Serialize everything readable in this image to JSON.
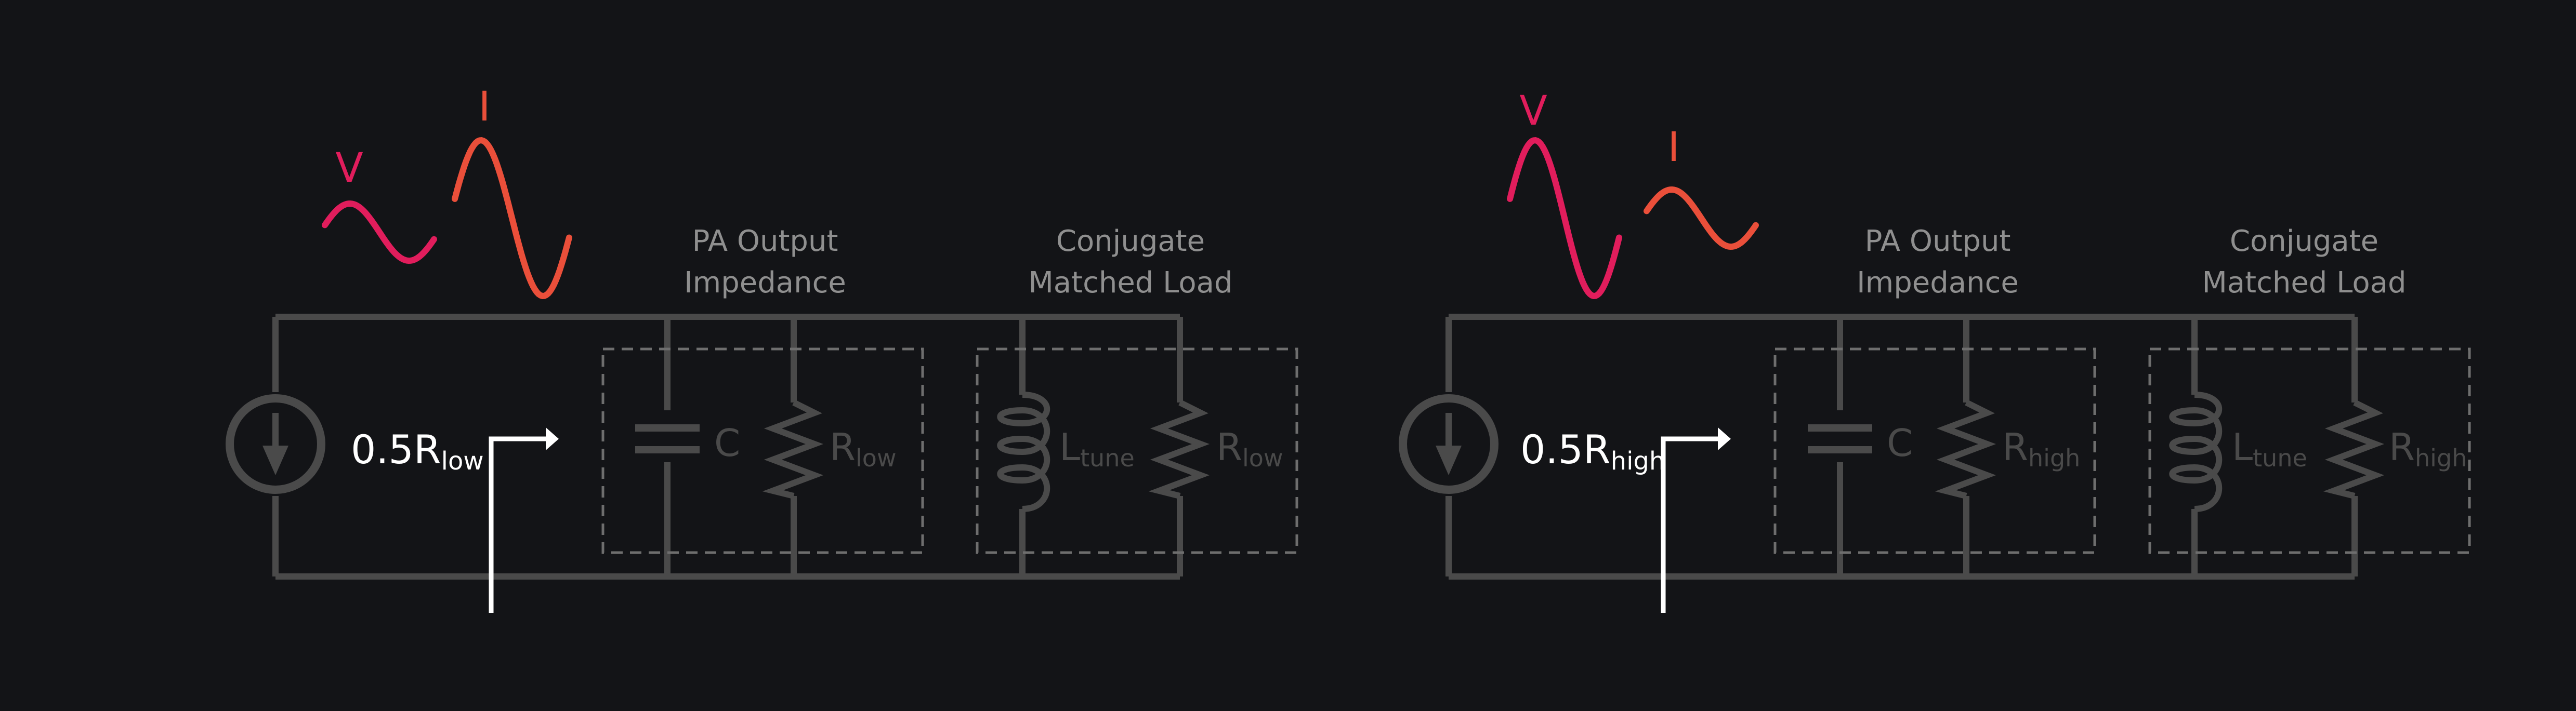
{
  "colors": {
    "background": "#131417",
    "wire": "#4a4a4a",
    "dashed_box": "#6e6e6e",
    "label_dim": "#8f8f8f",
    "highlight": "#ffffff",
    "voltage_wave": "#e11d5c",
    "current_wave": "#ea4f3a"
  },
  "icons": {
    "current_source": "current-source-icon",
    "capacitor": "capacitor-icon",
    "resistor": "resistor-icon",
    "inductor": "inductor-icon",
    "arrow": "impedance-arrow-icon"
  },
  "panels": [
    {
      "id": "low",
      "source_label": {
        "main": "0.5R",
        "sub": "low"
      },
      "wave_voltage": {
        "label": "V",
        "amplitude": "small"
      },
      "wave_current": {
        "label": "I",
        "amplitude": "large"
      },
      "box_output": {
        "title_line1": "PA Output",
        "title_line2": "Impedance",
        "cap_label": "C",
        "res_label": {
          "main": "R",
          "sub": "low"
        }
      },
      "box_load": {
        "title_line1": "Conjugate",
        "title_line2": "Matched Load",
        "ind_label": {
          "main": "L",
          "sub": "tune"
        },
        "res_label": {
          "main": "R",
          "sub": "low"
        }
      }
    },
    {
      "id": "high",
      "source_label": {
        "main": "0.5R",
        "sub": "high"
      },
      "wave_voltage": {
        "label": "V",
        "amplitude": "large"
      },
      "wave_current": {
        "label": "I",
        "amplitude": "small"
      },
      "box_output": {
        "title_line1": "PA Output",
        "title_line2": "Impedance",
        "cap_label": "C",
        "res_label": {
          "main": "R",
          "sub": "high"
        }
      },
      "box_load": {
        "title_line1": "Conjugate",
        "title_line2": "Matched Load",
        "ind_label": {
          "main": "L",
          "sub": "tune"
        },
        "res_label": {
          "main": "R",
          "sub": "high"
        }
      }
    }
  ]
}
